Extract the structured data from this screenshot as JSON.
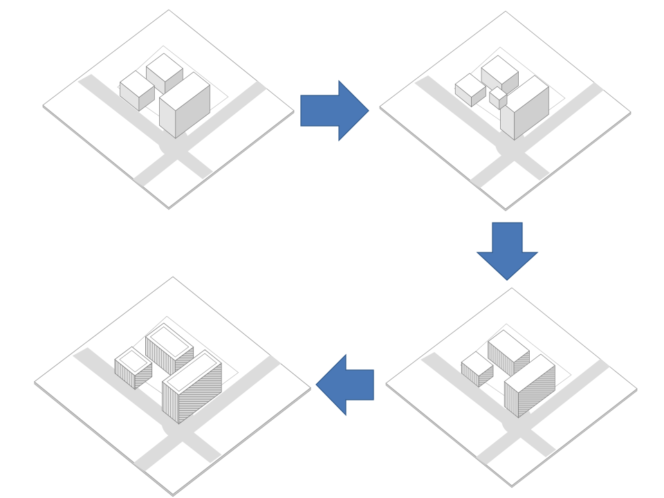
{
  "colors": {
    "background": "#ffffff",
    "ground": "#ffffff",
    "ground_edge": "#9a9a9a",
    "slab_side": "#c8c8c8",
    "road": "#dcdcdc",
    "building_top": "#ffffff",
    "building_left": "#e4e4e4",
    "building_right": "#cfcfcf",
    "building_line": "#7a7a7a",
    "arrow_fill": "#4a78b6",
    "arrow_stroke": "#2e5788"
  },
  "stages": [
    {
      "id": "stage-1-massing",
      "detail": "plain"
    },
    {
      "id": "stage-2-refined-massing",
      "detail": "plain"
    },
    {
      "id": "stage-3-facade-study",
      "detail": "lined"
    },
    {
      "id": "stage-4-final-design",
      "detail": "detailed"
    }
  ],
  "arrows": [
    {
      "id": "arrow-stage-1-to-2",
      "direction": "right"
    },
    {
      "id": "arrow-stage-2-to-3",
      "direction": "down"
    },
    {
      "id": "arrow-stage-3-to-4",
      "direction": "left"
    }
  ]
}
